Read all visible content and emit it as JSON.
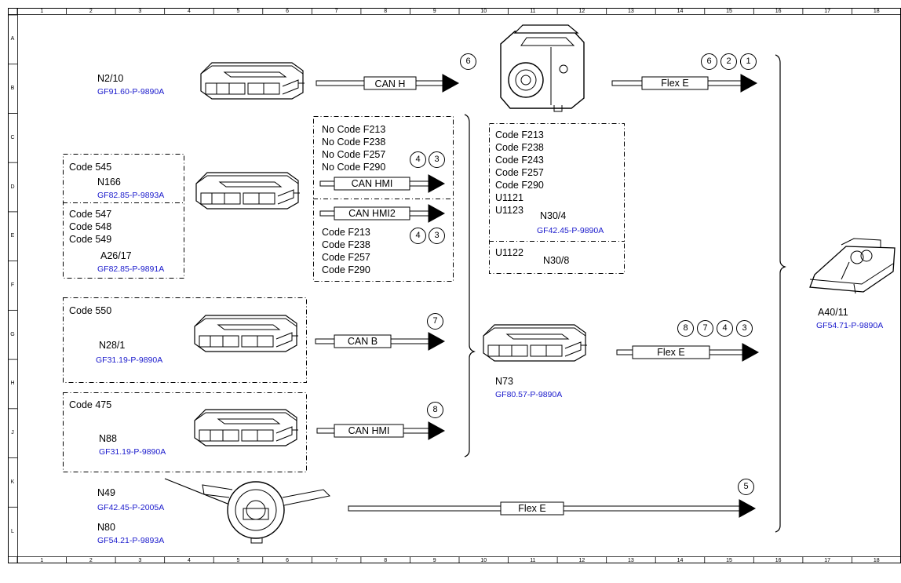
{
  "ruler": {
    "columns": [
      "1",
      "2",
      "3",
      "4",
      "5",
      "6",
      "7",
      "8",
      "9",
      "10",
      "11",
      "12",
      "13",
      "14",
      "15",
      "16",
      "17",
      "18"
    ],
    "rows": [
      "A",
      "B",
      "C",
      "D",
      "E",
      "F",
      "G",
      "H",
      "J",
      "K",
      "L"
    ]
  },
  "components": {
    "n2_10": {
      "label": "N2/10",
      "ref": "GF91.60-P-9890A"
    },
    "n166": {
      "code": "Code 545",
      "label": "N166",
      "ref": "GF82.85-P-9893A"
    },
    "a26_17": {
      "codes": [
        "Code 547",
        "Code 548",
        "Code 549"
      ],
      "label": "A26/17",
      "ref": "GF82.85-P-9891A"
    },
    "n28_1": {
      "code": "Code 550",
      "label": "N28/1",
      "ref": "GF31.19-P-9890A"
    },
    "n88": {
      "code": "Code 475",
      "label": "N88",
      "ref": "GF31.19-P-9890A"
    },
    "n49": {
      "label": "N49",
      "ref": "GF42.45-P-2005A"
    },
    "n80": {
      "label": "N80",
      "ref": "GF54.21-P-9893A"
    },
    "n30_4": {
      "codes": [
        "Code F213",
        "Code F238",
        "Code F243",
        "Code F257",
        "Code F290",
        "U1121",
        "U1123"
      ],
      "label": "N30/4",
      "ref": "GF42.45-P-9890A"
    },
    "n30_8": {
      "code": "U1122",
      "label": "N30/8"
    },
    "n73": {
      "label": "N73",
      "ref": "GF80.57-P-9890A"
    },
    "a40_11": {
      "label": "A40/11",
      "ref": "GF54.71-P-9890A"
    }
  },
  "hmi_group": {
    "no_codes": [
      "No Code F213",
      "No Code F238",
      "No Code F257",
      "No Code F290"
    ],
    "codes": [
      "Code F213",
      "Code F238",
      "Code F257",
      "Code F290"
    ]
  },
  "buses": {
    "can_h": "CAN H",
    "flex_e_top": "Flex E",
    "can_hmi_1": "CAN HMI",
    "can_hmi2": "CAN HMI2",
    "can_b": "CAN B",
    "can_hmi_2": "CAN HMI",
    "flex_e_mid": "Flex E",
    "flex_e_bottom": "Flex E"
  },
  "numbers": {
    "can_h": [
      "6"
    ],
    "flex_e_top": [
      "6",
      "2",
      "1"
    ],
    "can_hmi_1": [
      "4",
      "3"
    ],
    "can_hmi2": [
      "4",
      "3"
    ],
    "can_b": [
      "7"
    ],
    "flex_e_mid": [
      "8",
      "7",
      "4",
      "3"
    ],
    "can_hmi_2": [
      "8"
    ],
    "flex_e_bottom": [
      "5"
    ]
  }
}
